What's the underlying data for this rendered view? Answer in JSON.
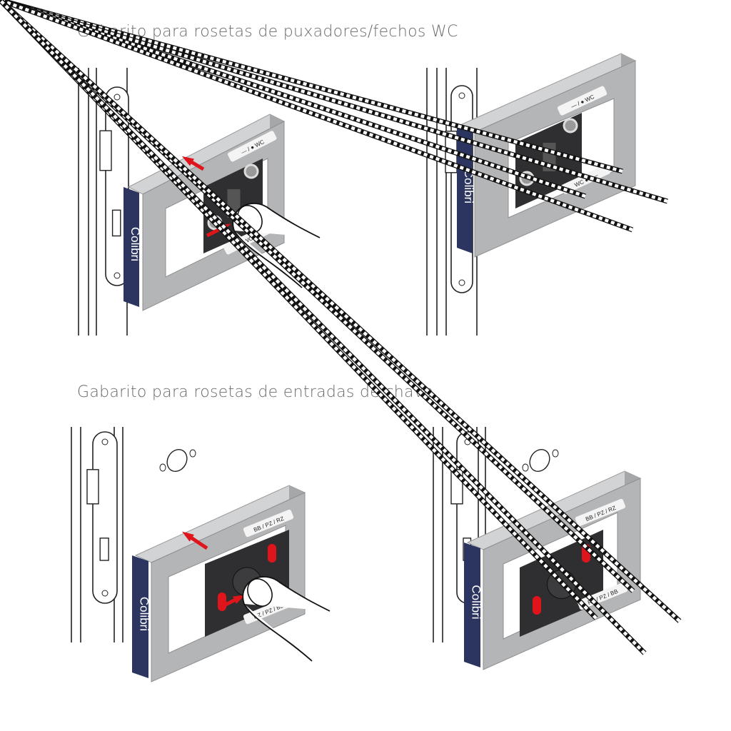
{
  "sections": [
    {
      "heading": "Gabarito para rosetas de puxadores/fechos WC"
    },
    {
      "heading": "Gabarito para rosetas de entradas de chave"
    }
  ],
  "brand": "Colibri",
  "jig_labels": {
    "wc": [
      "WC"
    ],
    "key": [
      "BB",
      "PZ",
      "RZ"
    ]
  },
  "colors": {
    "brand_navy": "#2b3560",
    "jig_gray": "#b4b5b7",
    "arrow_red": "#e0141b",
    "block_dark": "#2f2f31",
    "heading": "#6b6b6b"
  }
}
